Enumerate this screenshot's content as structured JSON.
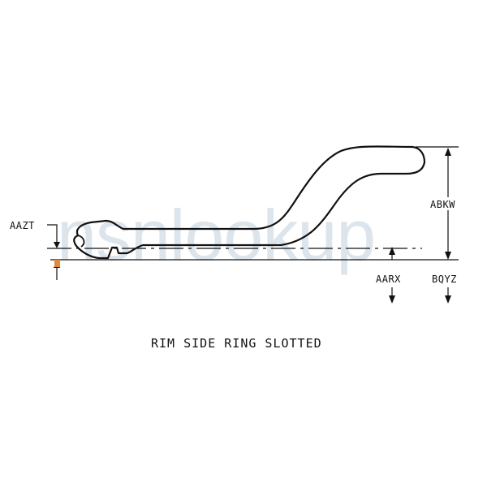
{
  "watermark": {
    "text": "nsnlookup"
  },
  "dimensions": {
    "aazt": "AAZT",
    "abkw": "ABKW",
    "aarx": "AARX",
    "bqyz": "BQYZ"
  },
  "caption": "RIM SIDE RING SLOTTED",
  "colors": {
    "ink": "#111111",
    "marker": "#e08a3c",
    "watermark": "#9db4c8"
  }
}
